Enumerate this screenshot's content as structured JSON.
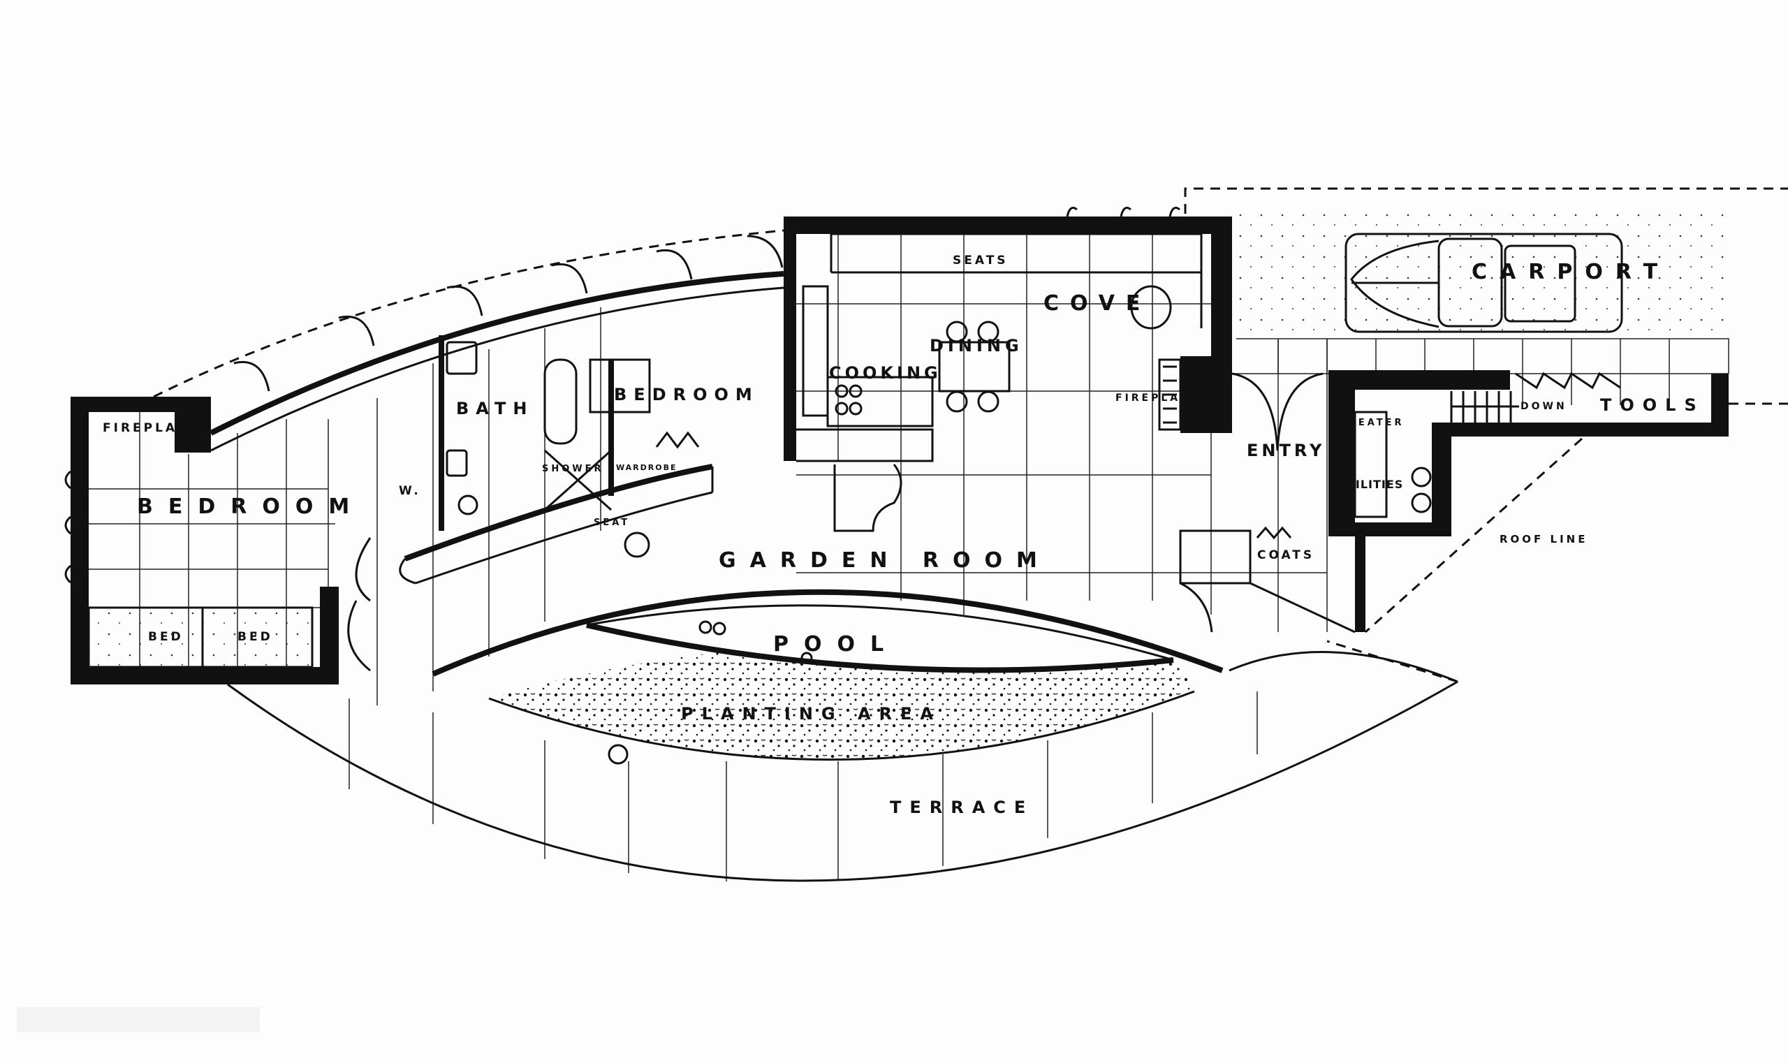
{
  "plan": {
    "labels": {
      "fireplace_bedroom": "FIREPLACE",
      "bedroom_main": "BEDROOM",
      "bed_1": "BED",
      "bed_2": "BED",
      "bath": "BATH",
      "bedroom_second": "BEDROOM",
      "shower": "SHOWER",
      "wardrobe": "WARDROBE",
      "wc": "W.",
      "seat": "SEAT",
      "seats": "SEATS",
      "cove": "COVE",
      "dining": "DINING",
      "cooking": "COOKING",
      "fireplace_cove": "FIREPLACE",
      "entry": "ENTRY",
      "heater": "HEATER",
      "utilities": "UTILITIES",
      "coats": "COATS",
      "garden_room": "GARDEN ROOM",
      "pool": "POOL",
      "planting_area": "PLANTING AREA",
      "terrace": "TERRACE",
      "carport": "CARPORT",
      "down": "DOWN",
      "tools": "TOOLS",
      "roof_line": "ROOF LINE"
    },
    "ink_color": "#111111",
    "paper_color": "#fdfdfd"
  }
}
